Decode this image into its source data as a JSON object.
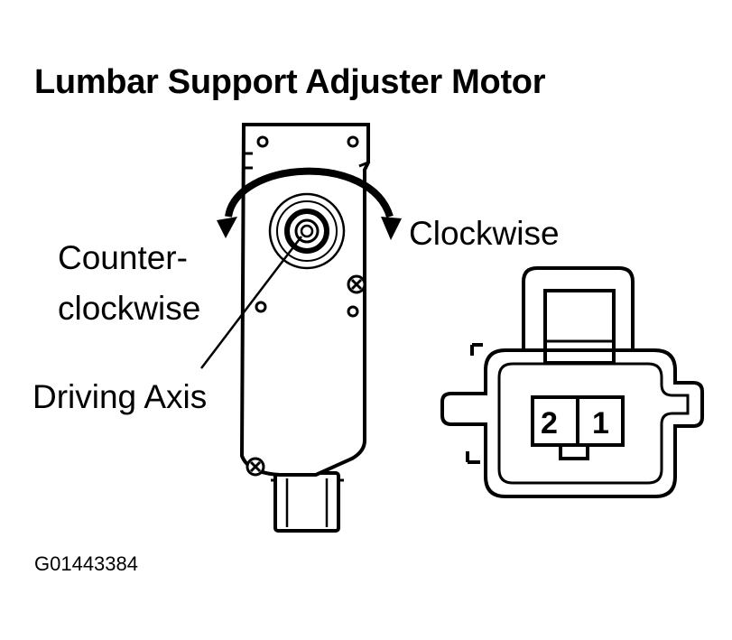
{
  "title": "Lumbar Support Adjuster Motor",
  "labels": {
    "counterclockwise_line1": "Counter-",
    "counterclockwise_line2": "clockwise",
    "clockwise": "Clockwise",
    "driving_axis": "Driving Axis"
  },
  "connector": {
    "pins": [
      "2",
      "1"
    ]
  },
  "figure_id": "G01443384",
  "colors": {
    "line": "#000000",
    "background": "#ffffff"
  }
}
